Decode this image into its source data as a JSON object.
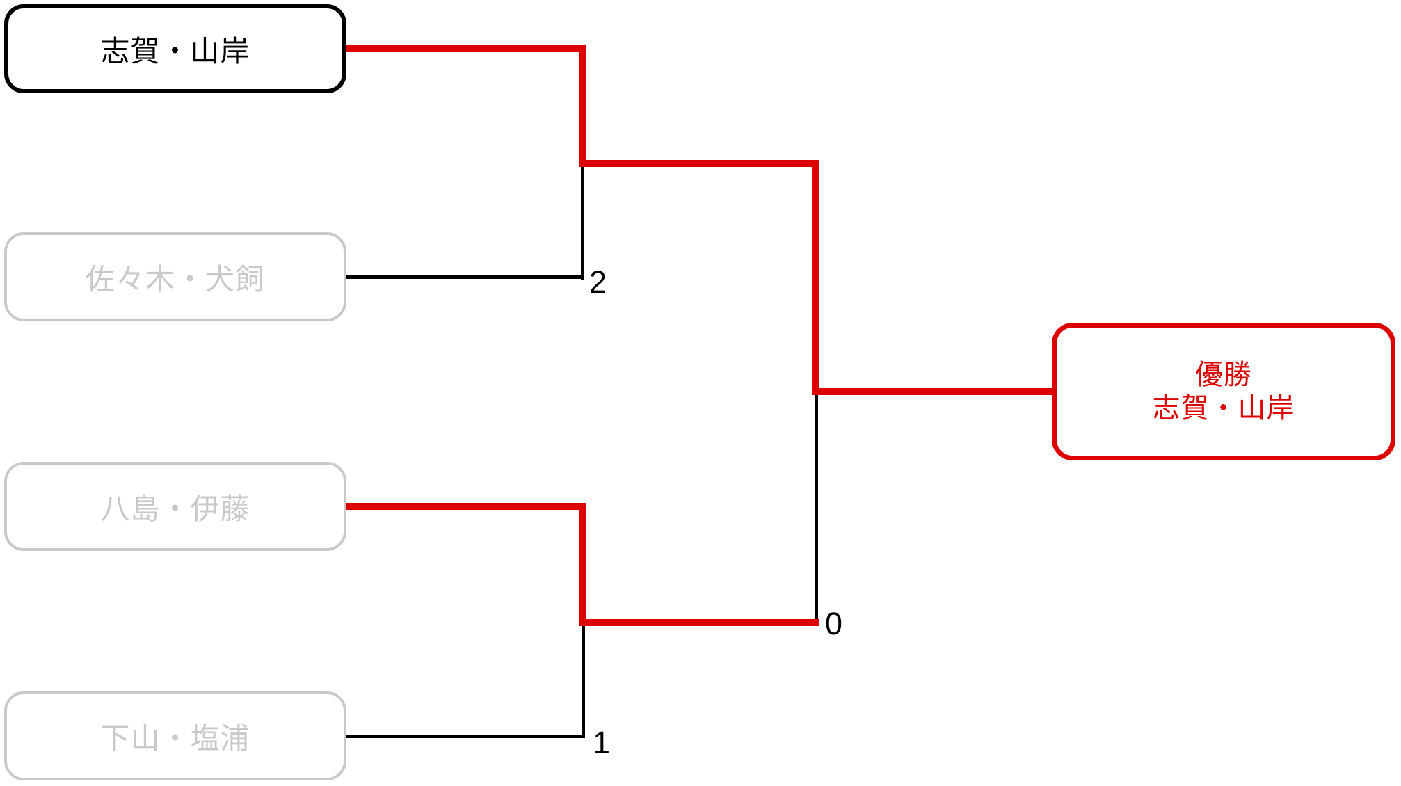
{
  "colors": {
    "winner-red": "#dd0000",
    "line-black": "#000000",
    "eliminated-gray": "#c9c9c9"
  },
  "teams": [
    {
      "name": "志賀・山岸",
      "status": "winner"
    },
    {
      "name": "佐々木・犬飼",
      "status": "eliminated"
    },
    {
      "name": "八島・伊藤",
      "status": "eliminated"
    },
    {
      "name": "下山・塩浦",
      "status": "eliminated"
    }
  ],
  "scores": {
    "semifinal_1": "2",
    "final": "0",
    "semifinal_2": "1"
  },
  "champion": {
    "label": "優勝",
    "name": "志賀・山岸"
  }
}
